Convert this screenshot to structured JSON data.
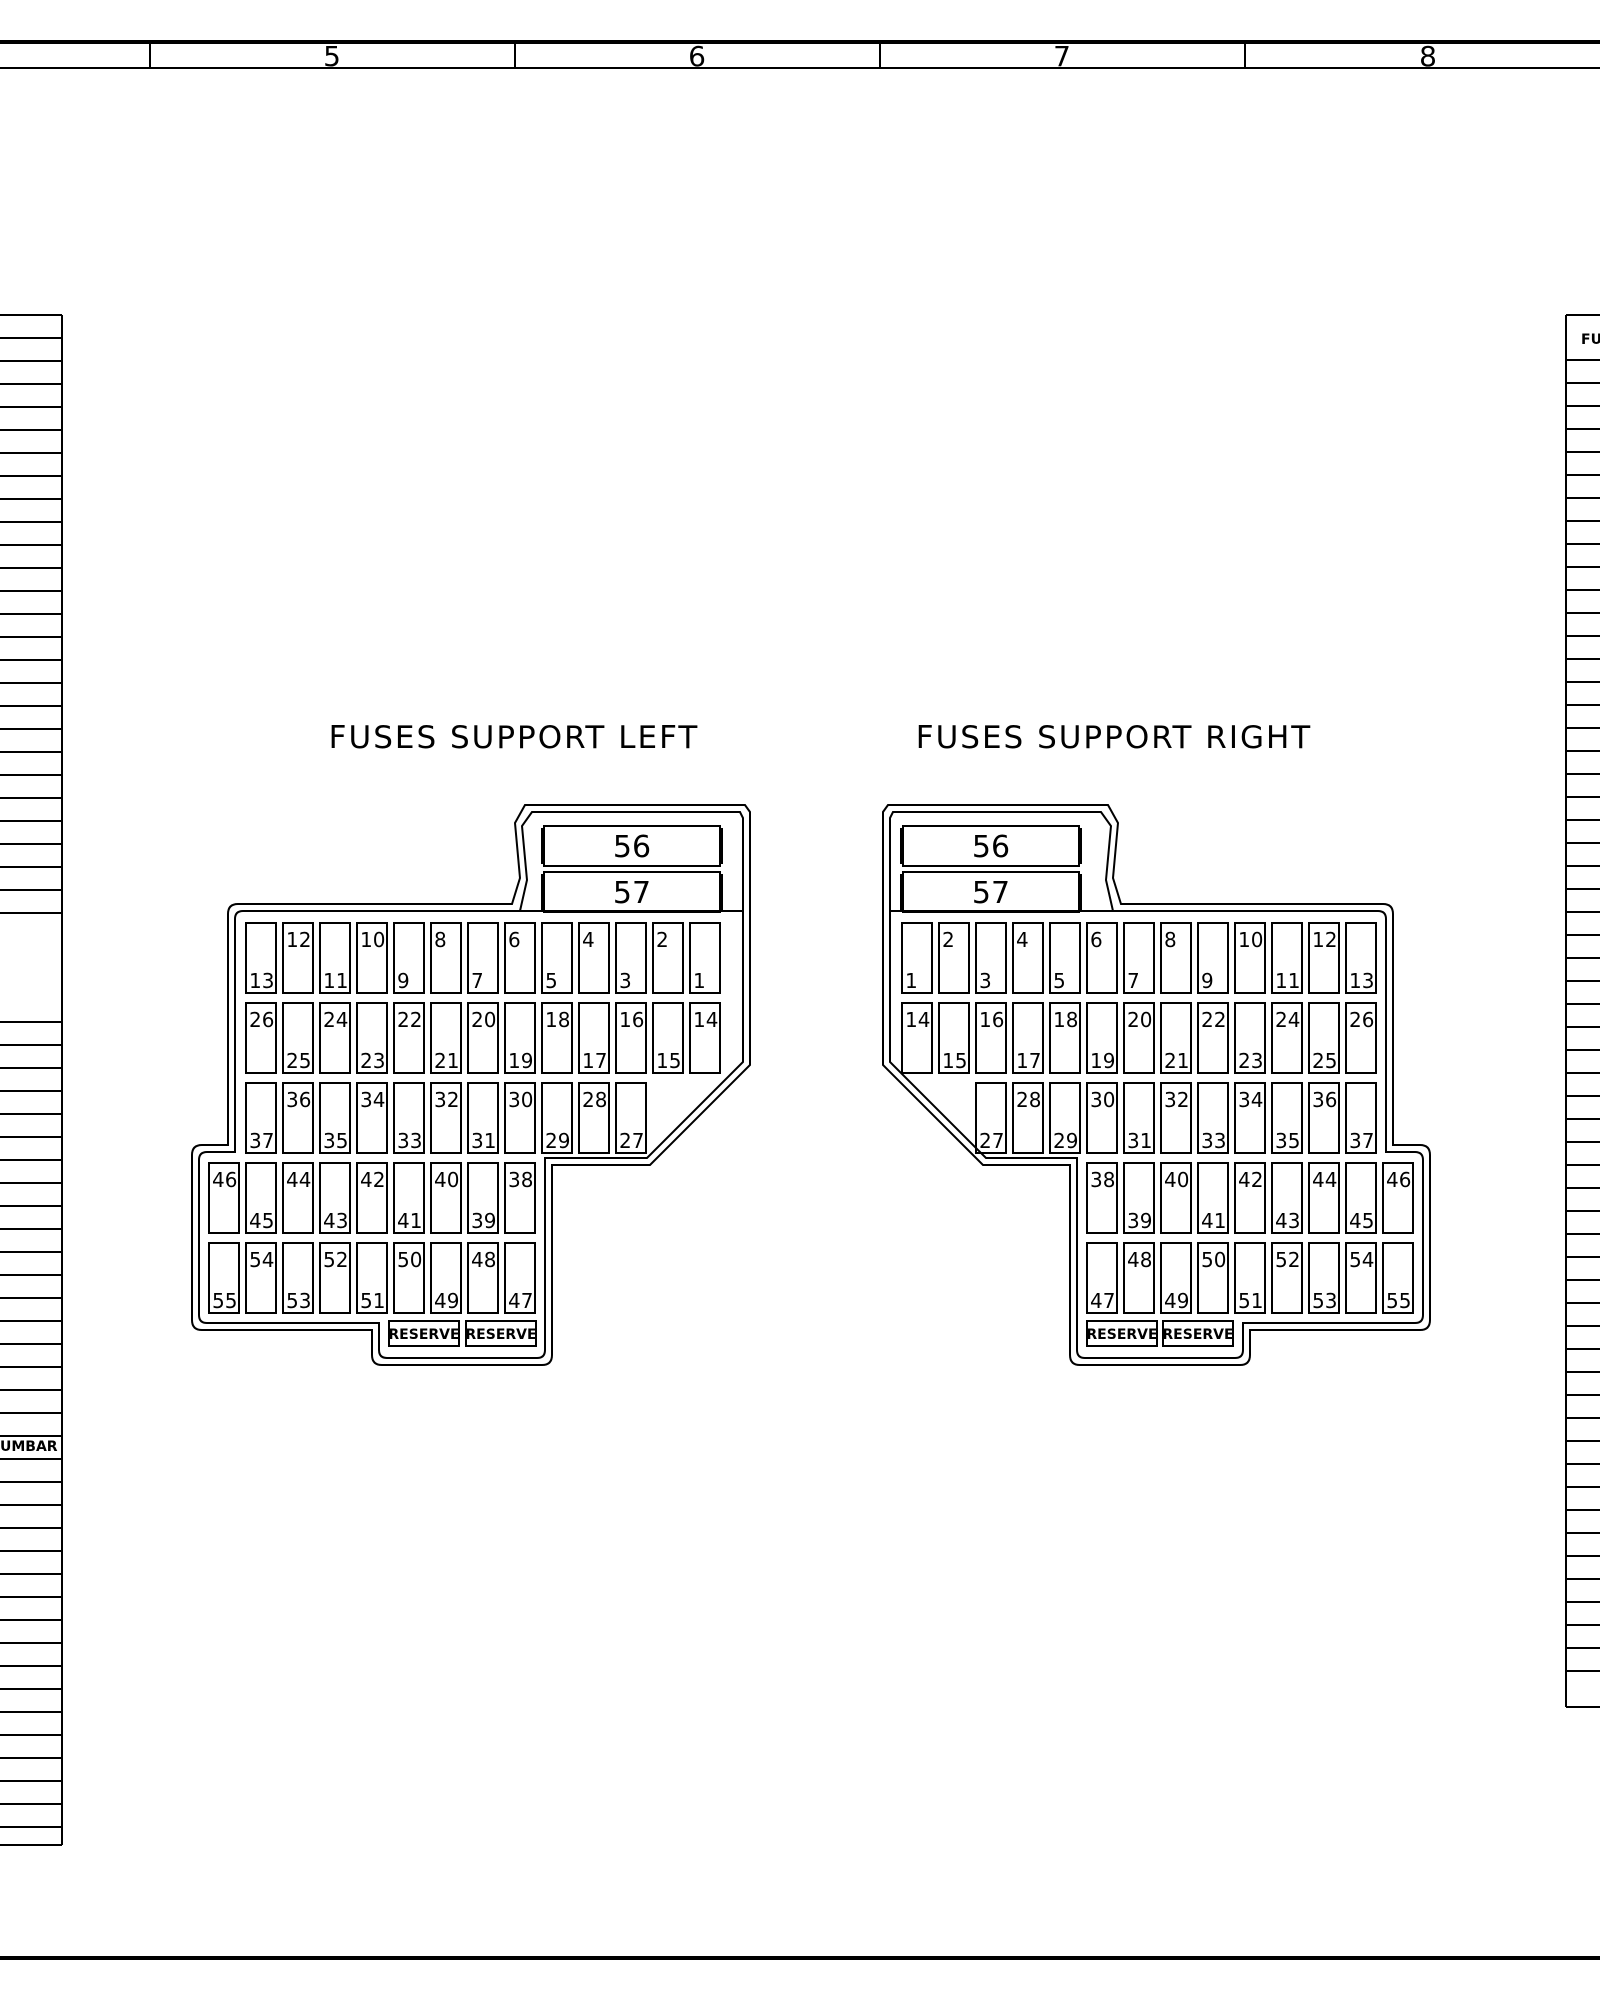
{
  "frame": {
    "columns": [
      "5",
      "6",
      "7",
      "8"
    ]
  },
  "left_panel": {
    "title": "FUSES SUPPORT LEFT",
    "top_fuses": [
      "56",
      "57"
    ],
    "rows": [
      [
        "13",
        "12",
        "11",
        "10",
        "9",
        "8",
        "7",
        "6",
        "5",
        "4",
        "3",
        "2",
        "1"
      ],
      [
        "26",
        "25",
        "24",
        "23",
        "22",
        "21",
        "20",
        "19",
        "18",
        "17",
        "16",
        "15",
        "14"
      ],
      [
        "37",
        "36",
        "35",
        "34",
        "33",
        "32",
        "31",
        "30",
        "29",
        "28",
        "27"
      ],
      [
        "46",
        "45",
        "44",
        "43",
        "42",
        "41",
        "40",
        "39",
        "38"
      ],
      [
        "55",
        "54",
        "53",
        "52",
        "51",
        "50",
        "49",
        "48",
        "47"
      ]
    ],
    "reserve_labels": [
      "RESERVE",
      "RESERVE"
    ]
  },
  "right_panel": {
    "title": "FUSES SUPPORT  RIGHT",
    "top_fuses": [
      "56",
      "57"
    ],
    "rows": [
      [
        "1",
        "2",
        "3",
        "4",
        "5",
        "6",
        "7",
        "8",
        "9",
        "10",
        "11",
        "12",
        "13"
      ],
      [
        "14",
        "15",
        "16",
        "17",
        "18",
        "19",
        "20",
        "21",
        "22",
        "23",
        "24",
        "25",
        "26"
      ],
      [
        "27",
        "28",
        "29",
        "30",
        "31",
        "32",
        "33",
        "34",
        "35",
        "36",
        "37"
      ],
      [
        "38",
        "39",
        "40",
        "41",
        "42",
        "43",
        "44",
        "45",
        "46"
      ],
      [
        "47",
        "48",
        "49",
        "50",
        "51",
        "52",
        "53",
        "54",
        "55"
      ]
    ],
    "reserve_labels": [
      "RESERVE",
      "RESERVE"
    ]
  },
  "side_tables": {
    "left_partial_label": "UMBAR",
    "right_partial_label": "FU"
  },
  "colors": {
    "ink": "#000000",
    "paper": "#ffffff"
  }
}
